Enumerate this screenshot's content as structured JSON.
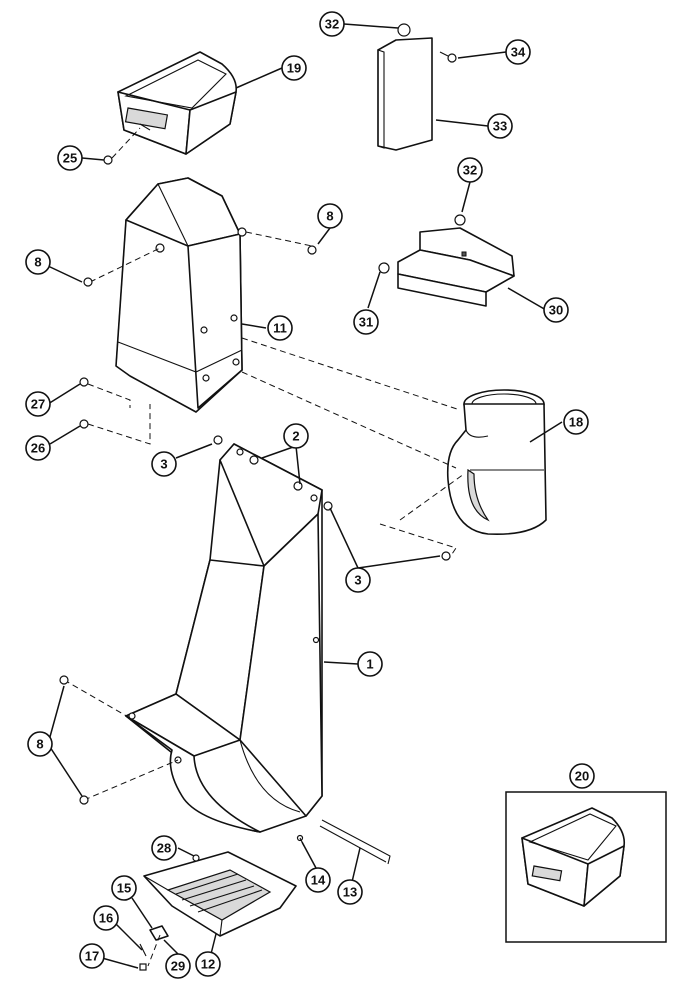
{
  "callouts": [
    {
      "id": "c32a",
      "label": "32"
    },
    {
      "id": "c34",
      "label": "34"
    },
    {
      "id": "c19",
      "label": "19"
    },
    {
      "id": "c33",
      "label": "33"
    },
    {
      "id": "c25",
      "label": "25"
    },
    {
      "id": "c32b",
      "label": "32"
    },
    {
      "id": "c8a",
      "label": "8"
    },
    {
      "id": "c8b",
      "label": "8"
    },
    {
      "id": "c30",
      "label": "30"
    },
    {
      "id": "c31",
      "label": "31"
    },
    {
      "id": "c11",
      "label": "11"
    },
    {
      "id": "c27",
      "label": "27"
    },
    {
      "id": "c18",
      "label": "18"
    },
    {
      "id": "c26",
      "label": "26"
    },
    {
      "id": "c2",
      "label": "2"
    },
    {
      "id": "c3a",
      "label": "3"
    },
    {
      "id": "c3b",
      "label": "3"
    },
    {
      "id": "c1",
      "label": "1"
    },
    {
      "id": "c8c",
      "label": "8"
    },
    {
      "id": "c20",
      "label": "20"
    },
    {
      "id": "c28",
      "label": "28"
    },
    {
      "id": "c14",
      "label": "14"
    },
    {
      "id": "c13",
      "label": "13"
    },
    {
      "id": "c15",
      "label": "15"
    },
    {
      "id": "c16",
      "label": "16"
    },
    {
      "id": "c12",
      "label": "12"
    },
    {
      "id": "c17",
      "label": "17"
    },
    {
      "id": "c29",
      "label": "29"
    }
  ]
}
